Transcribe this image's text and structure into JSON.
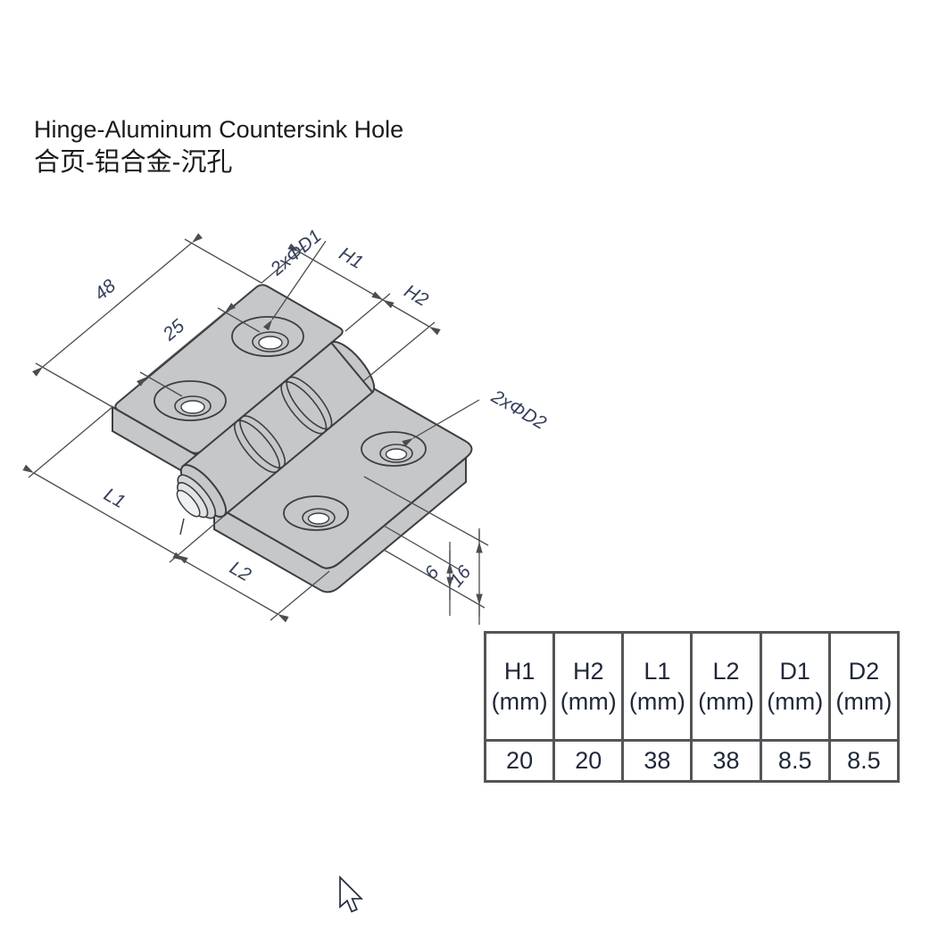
{
  "title": {
    "line1": "Hinge-Aluminum Countersink Hole",
    "line2": "合页-铝合金-沉孔"
  },
  "drawing": {
    "labels": {
      "len48": "48",
      "len25": "25",
      "holeD1": "2xΦD1",
      "h1": "H1",
      "h2": "H2",
      "holeD2": "2xΦD2",
      "l1": "L1",
      "l2": "L2",
      "t6": "6",
      "t16": "16"
    }
  },
  "table": {
    "columns": [
      {
        "name": "H1",
        "unit": "(mm)",
        "value": "20"
      },
      {
        "name": "H2",
        "unit": "(mm)",
        "value": "20"
      },
      {
        "name": "L1",
        "unit": "(mm)",
        "value": "38"
      },
      {
        "name": "L2",
        "unit": "(mm)",
        "value": "38"
      },
      {
        "name": "D1",
        "unit": "(mm)",
        "value": "8.5"
      },
      {
        "name": "D2",
        "unit": "(mm)",
        "value": "8.5"
      }
    ]
  },
  "colors": {
    "plate": "#c6c7c9",
    "outline": "#3c3e41",
    "dim": "#4b4d50",
    "label": "#36405c",
    "tableBorder": "#545558",
    "tableText": "#20283a"
  }
}
